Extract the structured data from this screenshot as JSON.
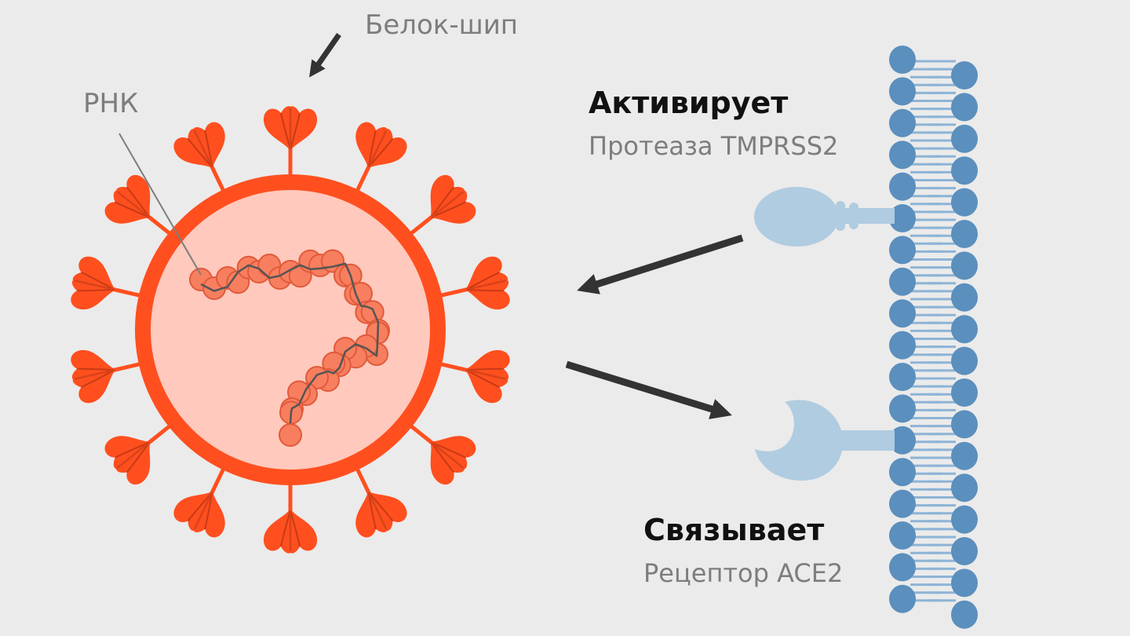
{
  "labels": {
    "spike": "Белок-шип",
    "rna": "РНК",
    "activates_title": "Активирует",
    "activates_sub": "Протеаза TMPRSS2",
    "binds_title": "Связывает",
    "binds_sub": "Рецептор ACE2"
  },
  "colors": {
    "background": "#ebebeb",
    "virus_shell": "#ff4f1f",
    "virus_inner": "#ffc9bd",
    "spike": "#ff4f1f",
    "rna_bead": "#f77f5f",
    "rna_bead_stroke": "#e05a3a",
    "rna_line": "#555555",
    "membrane_head": "#5b8fbd",
    "membrane_tail": "#8db4d6",
    "receptor": "#b0cce0",
    "arrow": "#333333",
    "label_gray": "#7d7d7d",
    "label_dark": "#111111"
  },
  "icons": [
    "virus-icon",
    "spike-protein-icon",
    "rna-strand-icon",
    "cell-membrane-icon",
    "tmprss2-protease-icon",
    "ace2-receptor-icon",
    "arrow-icon"
  ]
}
